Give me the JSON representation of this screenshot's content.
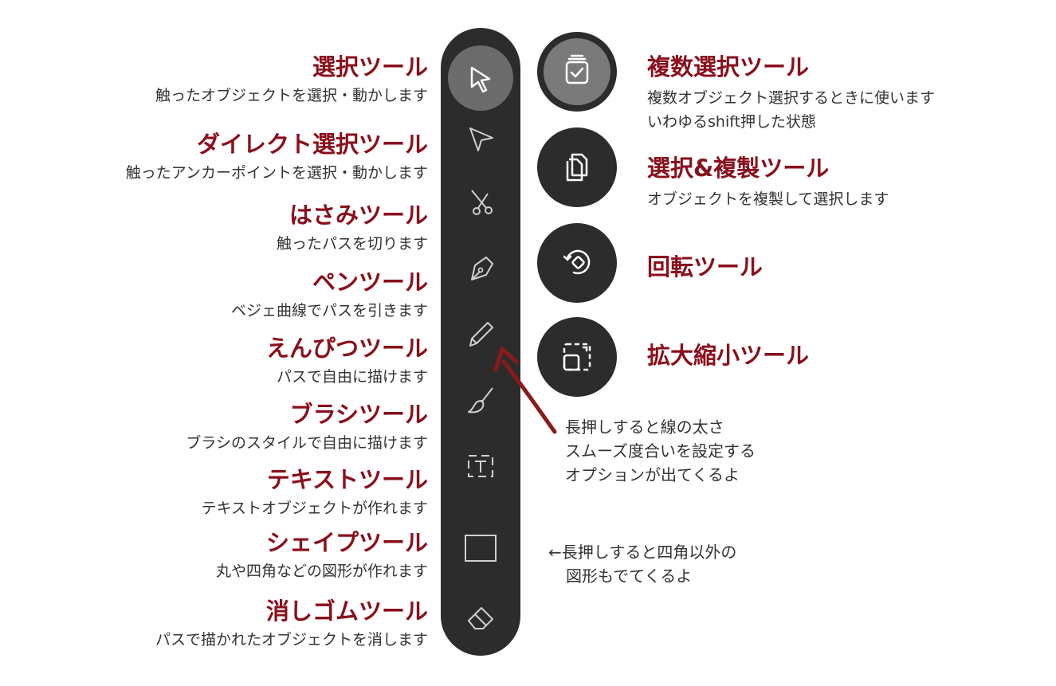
{
  "left_tools": [
    {
      "title": "選択ツール",
      "desc": "触ったオブジェクトを選択・動かします",
      "icon": "cursor-icon"
    },
    {
      "title": "ダイレクト選択ツール",
      "desc": "触ったアンカーポイントを選択・動かします",
      "icon": "direct-select-icon"
    },
    {
      "title": "はさみツール",
      "desc": "触ったパスを切ります",
      "icon": "scissors-icon"
    },
    {
      "title": "ペンツール",
      "desc": "ベジェ曲線でパスを引きます",
      "icon": "pen-icon"
    },
    {
      "title": "えんぴつツール",
      "desc": "パスで自由に描けます",
      "icon": "pencil-icon"
    },
    {
      "title": "ブラシツール",
      "desc": "ブラシのスタイルで自由に描けます",
      "icon": "brush-icon"
    },
    {
      "title": "テキストツール",
      "desc": "テキストオブジェクトが作れます",
      "icon": "text-icon"
    },
    {
      "title": "シェイプツール",
      "desc": "丸や四角などの図形が作れます",
      "icon": "rectangle-icon"
    },
    {
      "title": "消しゴムツール",
      "desc": "パスで描かれたオブジェクトを消します",
      "icon": "eraser-icon"
    }
  ],
  "right_tools": [
    {
      "title": "複数選択ツール",
      "desc_lines": [
        "複数オブジェクト選択するときに使います",
        "いわゆるshift押した状態"
      ],
      "icon": "multi-select-icon"
    },
    {
      "title": "選択&複製ツール",
      "desc_lines": [
        "オブジェクトを複製して選択します"
      ],
      "icon": "duplicate-icon"
    },
    {
      "title": "回転ツール",
      "desc_lines": [],
      "icon": "rotate-icon"
    },
    {
      "title": "拡大縮小ツール",
      "desc_lines": [],
      "icon": "scale-icon"
    }
  ],
  "notes": {
    "pencil_note": [
      "長押しすると線の太さ",
      "スムーズ度合いを設定する",
      "オプションが出てくるよ"
    ],
    "shape_note": [
      "←長押しすると四角以外の",
      "図形もでてくるよ"
    ]
  },
  "colors": {
    "title_red": "#8a0f1c",
    "toolbar_bg": "#2c2c2c",
    "active_bg": "#6c6c6c",
    "text": "#333333",
    "arrow_red": "#8b1a1a"
  }
}
